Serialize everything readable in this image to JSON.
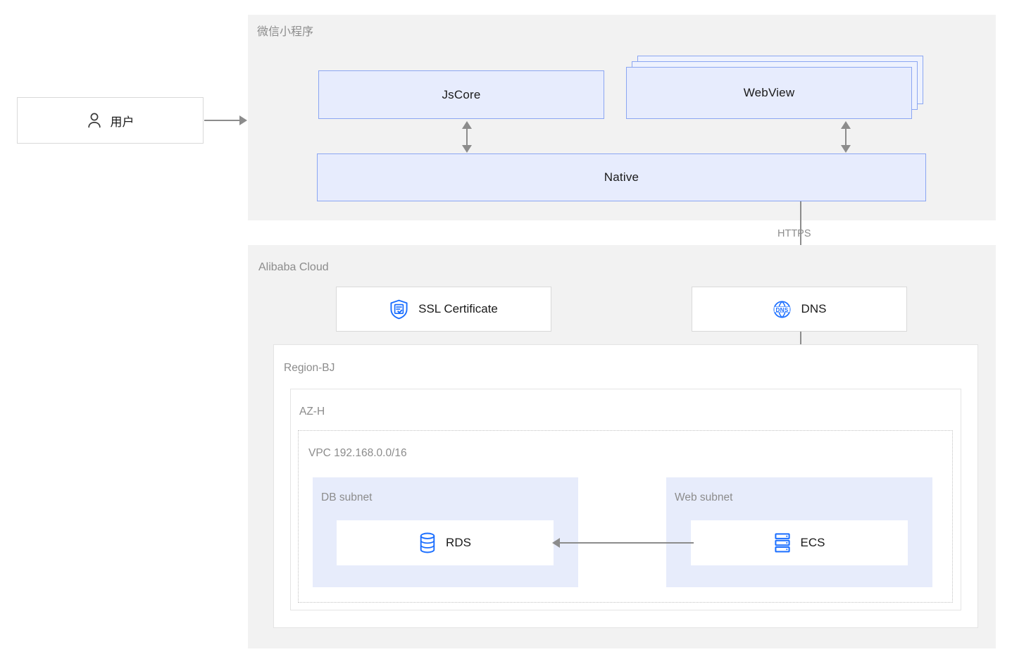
{
  "diagram": {
    "title": "WeChat Mini Program on Alibaba Cloud architecture",
    "colors": {
      "panel_bg": "#f2f2f2",
      "component_fill": "#e7ecfd",
      "component_border": "#8ba6f2",
      "subnet_fill": "#e7ecfb",
      "icon_blue": "#1a6eff",
      "connector_grey": "#8c8c8c",
      "title_grey": "#8c8c8c"
    }
  },
  "actor": {
    "label": "用户",
    "icon": "user-icon"
  },
  "miniprogram_panel": {
    "title": "微信小程序",
    "components": [
      {
        "id": "jscore",
        "label": "JsCore",
        "stacked": false
      },
      {
        "id": "webview",
        "label": "WebView",
        "stacked": true,
        "stack_count": 3
      },
      {
        "id": "native",
        "label": "Native",
        "stacked": false
      }
    ]
  },
  "cloud_panel": {
    "title": "Alibaba Cloud",
    "services": [
      {
        "id": "ssl",
        "label": "SSL Certificate",
        "icon": "ssl-certificate-icon"
      },
      {
        "id": "dns",
        "label": "DNS",
        "icon": "dns-icon"
      }
    ],
    "region": {
      "title": "Region-BJ",
      "az": {
        "title": "AZ-H",
        "vpc": {
          "title": "VPC 192.168.0.0/16",
          "subnets": [
            {
              "id": "db-subnet",
              "title": "DB subnet",
              "resource": {
                "id": "rds",
                "label": "RDS",
                "icon": "rds-database-icon"
              }
            },
            {
              "id": "web-subnet",
              "title": "Web subnet",
              "resource": {
                "id": "ecs",
                "label": "ECS",
                "icon": "ecs-server-icon"
              }
            }
          ]
        }
      }
    }
  },
  "connections": [
    {
      "id": "user-to-miniprogram",
      "label": "",
      "from": "用户",
      "to": "微信小程序",
      "direction": "right"
    },
    {
      "id": "jscore-native",
      "label": "",
      "from": "JsCore",
      "to": "Native",
      "direction": "bidirectional"
    },
    {
      "id": "webview-native",
      "label": "",
      "from": "WebView",
      "to": "Native",
      "direction": "bidirectional"
    },
    {
      "id": "native-to-dns",
      "label": "HTTPS",
      "from": "Native",
      "to": "DNS",
      "direction": "down"
    },
    {
      "id": "dns-to-ecs",
      "label": "",
      "from": "DNS",
      "to": "ECS",
      "direction": "down"
    },
    {
      "id": "ecs-to-rds",
      "label": "",
      "from": "ECS",
      "to": "RDS",
      "direction": "left"
    }
  ]
}
